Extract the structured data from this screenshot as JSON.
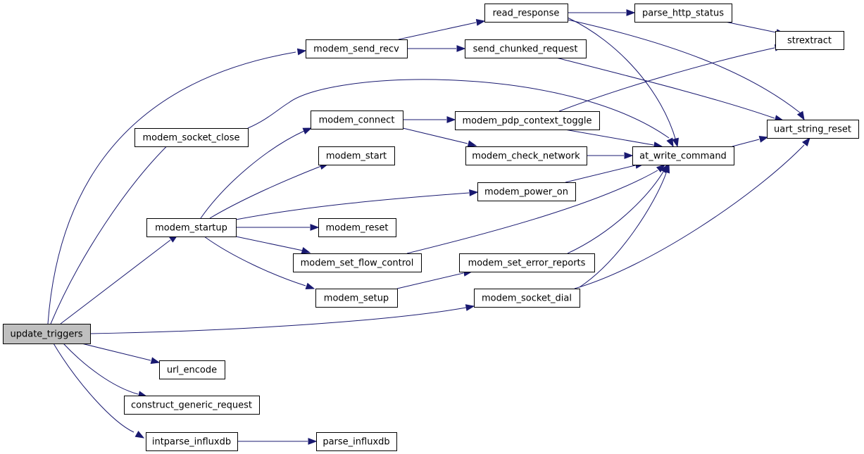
{
  "graph": {
    "nodes": [
      {
        "id": "update_triggers",
        "label": "update_triggers",
        "root": true
      },
      {
        "id": "modem_send_recv",
        "label": "modem_send_recv"
      },
      {
        "id": "read_response",
        "label": "read_response"
      },
      {
        "id": "parse_http_status",
        "label": "parse_http_status"
      },
      {
        "id": "strextract",
        "label": "strextract"
      },
      {
        "id": "send_chunked_request",
        "label": "send_chunked_request"
      },
      {
        "id": "uart_string_reset",
        "label": "uart_string_reset"
      },
      {
        "id": "modem_socket_close",
        "label": "modem_socket_close"
      },
      {
        "id": "modem_connect",
        "label": "modem_connect"
      },
      {
        "id": "modem_pdp_context_toggle",
        "label": "modem_pdp_context_toggle"
      },
      {
        "id": "modem_start",
        "label": "modem_start"
      },
      {
        "id": "modem_check_network",
        "label": "modem_check_network"
      },
      {
        "id": "at_write_command",
        "label": "at_write_command"
      },
      {
        "id": "modem_power_on",
        "label": "modem_power_on"
      },
      {
        "id": "modem_startup",
        "label": "modem_startup"
      },
      {
        "id": "modem_reset",
        "label": "modem_reset"
      },
      {
        "id": "modem_set_flow_control",
        "label": "modem_set_flow_control"
      },
      {
        "id": "modem_set_error_reports",
        "label": "modem_set_error_reports"
      },
      {
        "id": "modem_setup",
        "label": "modem_setup"
      },
      {
        "id": "modem_socket_dial",
        "label": "modem_socket_dial"
      },
      {
        "id": "url_encode",
        "label": "url_encode"
      },
      {
        "id": "construct_generic_request",
        "label": "construct_generic_request"
      },
      {
        "id": "intparse_influxdb",
        "label": "intparse_influxdb"
      },
      {
        "id": "parse_influxdb",
        "label": "parse_influxdb"
      }
    ],
    "edges": [
      {
        "from": "update_triggers",
        "to": "modem_send_recv"
      },
      {
        "from": "update_triggers",
        "to": "modem_socket_close"
      },
      {
        "from": "update_triggers",
        "to": "modem_startup"
      },
      {
        "from": "update_triggers",
        "to": "modem_socket_dial"
      },
      {
        "from": "update_triggers",
        "to": "url_encode"
      },
      {
        "from": "update_triggers",
        "to": "construct_generic_request"
      },
      {
        "from": "update_triggers",
        "to": "intparse_influxdb"
      },
      {
        "from": "modem_send_recv",
        "to": "read_response"
      },
      {
        "from": "modem_send_recv",
        "to": "send_chunked_request"
      },
      {
        "from": "read_response",
        "to": "parse_http_status"
      },
      {
        "from": "read_response",
        "to": "at_write_command"
      },
      {
        "from": "read_response",
        "to": "uart_string_reset"
      },
      {
        "from": "parse_http_status",
        "to": "strextract"
      },
      {
        "from": "send_chunked_request",
        "to": "uart_string_reset"
      },
      {
        "from": "modem_socket_close",
        "to": "at_write_command"
      },
      {
        "from": "modem_startup",
        "to": "modem_connect"
      },
      {
        "from": "modem_startup",
        "to": "modem_start"
      },
      {
        "from": "modem_startup",
        "to": "modem_power_on"
      },
      {
        "from": "modem_startup",
        "to": "modem_reset"
      },
      {
        "from": "modem_startup",
        "to": "modem_set_flow_control"
      },
      {
        "from": "modem_startup",
        "to": "modem_setup"
      },
      {
        "from": "modem_connect",
        "to": "modem_pdp_context_toggle"
      },
      {
        "from": "modem_connect",
        "to": "modem_check_network"
      },
      {
        "from": "modem_pdp_context_toggle",
        "to": "strextract"
      },
      {
        "from": "modem_pdp_context_toggle",
        "to": "at_write_command"
      },
      {
        "from": "modem_check_network",
        "to": "at_write_command"
      },
      {
        "from": "modem_power_on",
        "to": "at_write_command"
      },
      {
        "from": "modem_set_flow_control",
        "to": "at_write_command"
      },
      {
        "from": "modem_setup",
        "to": "modem_set_error_reports"
      },
      {
        "from": "modem_set_error_reports",
        "to": "at_write_command"
      },
      {
        "from": "modem_socket_dial",
        "to": "at_write_command"
      },
      {
        "from": "modem_socket_dial",
        "to": "uart_string_reset"
      },
      {
        "from": "at_write_command",
        "to": "uart_string_reset"
      },
      {
        "from": "intparse_influxdb",
        "to": "parse_influxdb"
      }
    ],
    "colors": {
      "edge": "#191970",
      "root_fill": "#bfbfbf",
      "node_fill": "#ffffff",
      "border": "#000000"
    }
  }
}
